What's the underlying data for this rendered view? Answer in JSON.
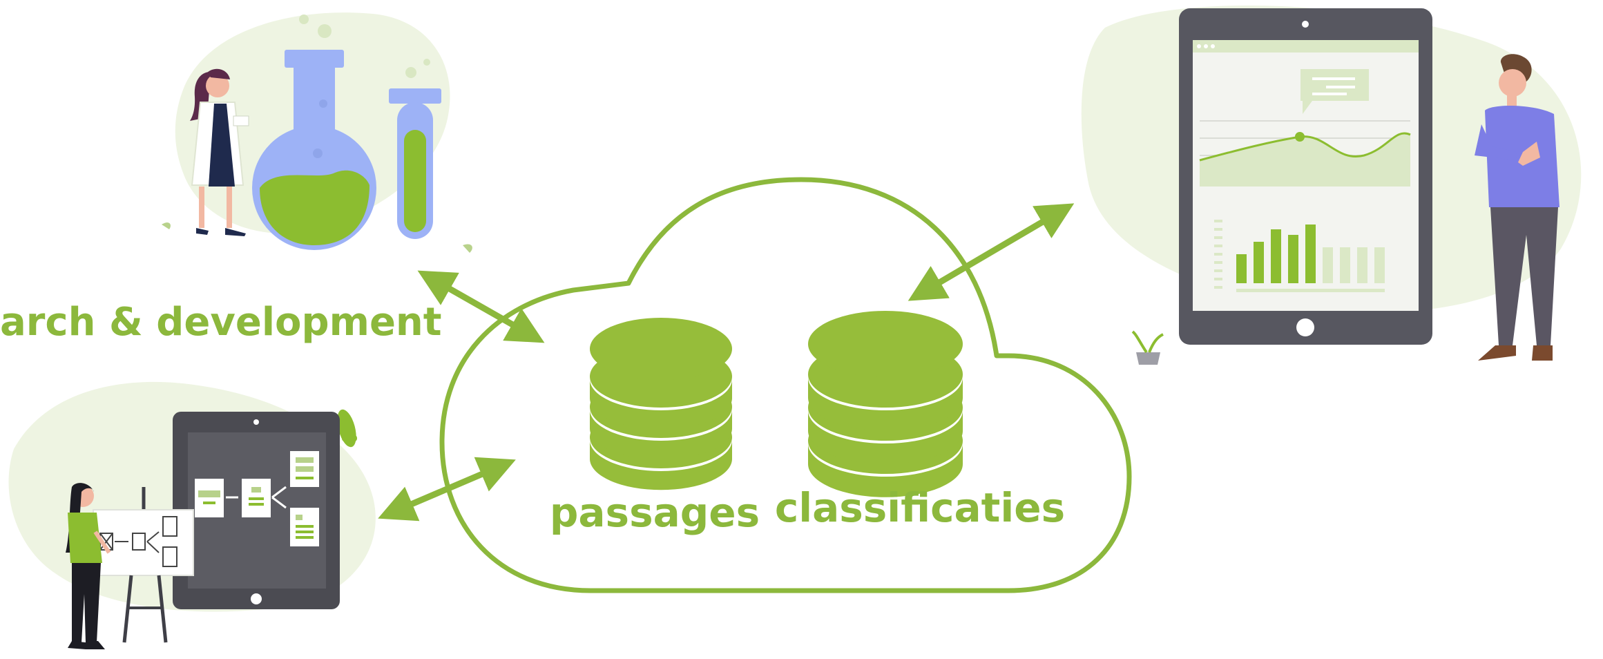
{
  "labels": {
    "research": "arch & development",
    "passages": "passages",
    "classificaties": "classificaties"
  },
  "icons": {
    "cloud": "cloud-icon",
    "database": "database-icon",
    "arrow": "double-arrow-icon",
    "scientist": "scientist-illustration",
    "designer": "designer-illustration",
    "analyst": "analyst-illustration"
  },
  "colors": {
    "accent": "#8cb83c",
    "db": "#96bd3a",
    "blob": "#eef4e2",
    "flask": "#9db2f6",
    "tablet": "#575760",
    "shirt": "#7d7ee6",
    "pants": "#5a5663"
  }
}
